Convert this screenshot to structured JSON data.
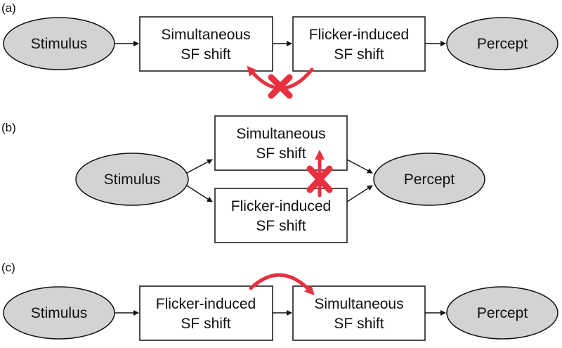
{
  "panels": [
    {
      "label": "(a)",
      "nodes": [
        "Stimulus",
        "Simultaneous",
        "SF shift",
        "Flicker-induced",
        "SF shift",
        "Percept"
      ]
    },
    {
      "label": "(b)",
      "nodes": [
        "Stimulus",
        "Simultaneous",
        "SF shift",
        "Flicker-induced",
        "SF shift",
        "Percept"
      ]
    },
    {
      "label": "(c)",
      "nodes": [
        "Stimulus",
        "Flicker-induced",
        "SF shift",
        "Simultaneous",
        "SF shift",
        "Percept"
      ]
    }
  ],
  "colors": {
    "ellipse_fill": "#d3d3d3",
    "accent_red": "#e8303f"
  }
}
